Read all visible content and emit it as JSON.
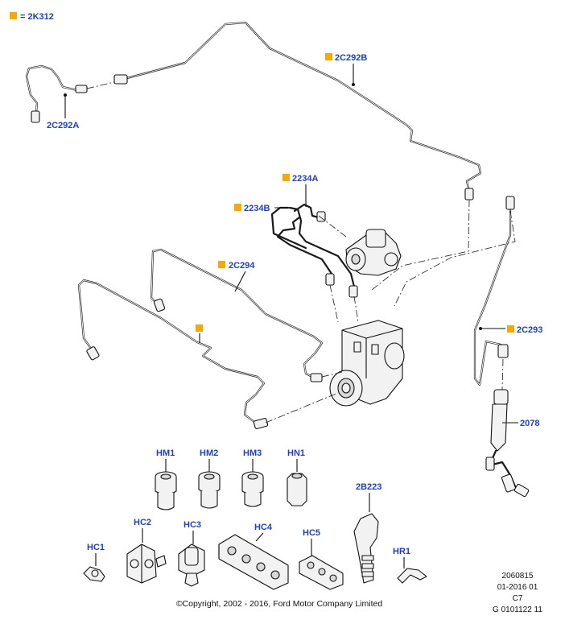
{
  "legend": {
    "marker_color": "#f7a900",
    "text": "= 2K312"
  },
  "labels": {
    "2C292A": "2C292A",
    "2C292B": "2C292B",
    "2234A": "2234A",
    "2234B": "2234B",
    "2C294": "2C294",
    "2C293": "2C293",
    "2078": "2078",
    "HM1": "HM1",
    "HM2": "HM2",
    "HM3": "HM3",
    "HN1": "HN1",
    "2B223": "2B223",
    "HC1": "HC1",
    "HC2": "HC2",
    "HC3": "HC3",
    "HC4": "HC4",
    "HC5": "HC5",
    "HR1": "HR1"
  },
  "marked_labels": [
    "2C292B",
    "2234A",
    "2234B",
    "2C294",
    "2C293",
    "unlabeled-marker"
  ],
  "reference": {
    "line1": "2060815",
    "line2": "01-2016 01",
    "line3": "C7",
    "line4": "G 0101122 11"
  },
  "copyright": "©Copyright, 2002 - 2016, Ford Motor Company Limited",
  "colors": {
    "label_blue": "#1c3fd0",
    "marker_orange": "#f7a900",
    "line": "#1a1a1a"
  }
}
